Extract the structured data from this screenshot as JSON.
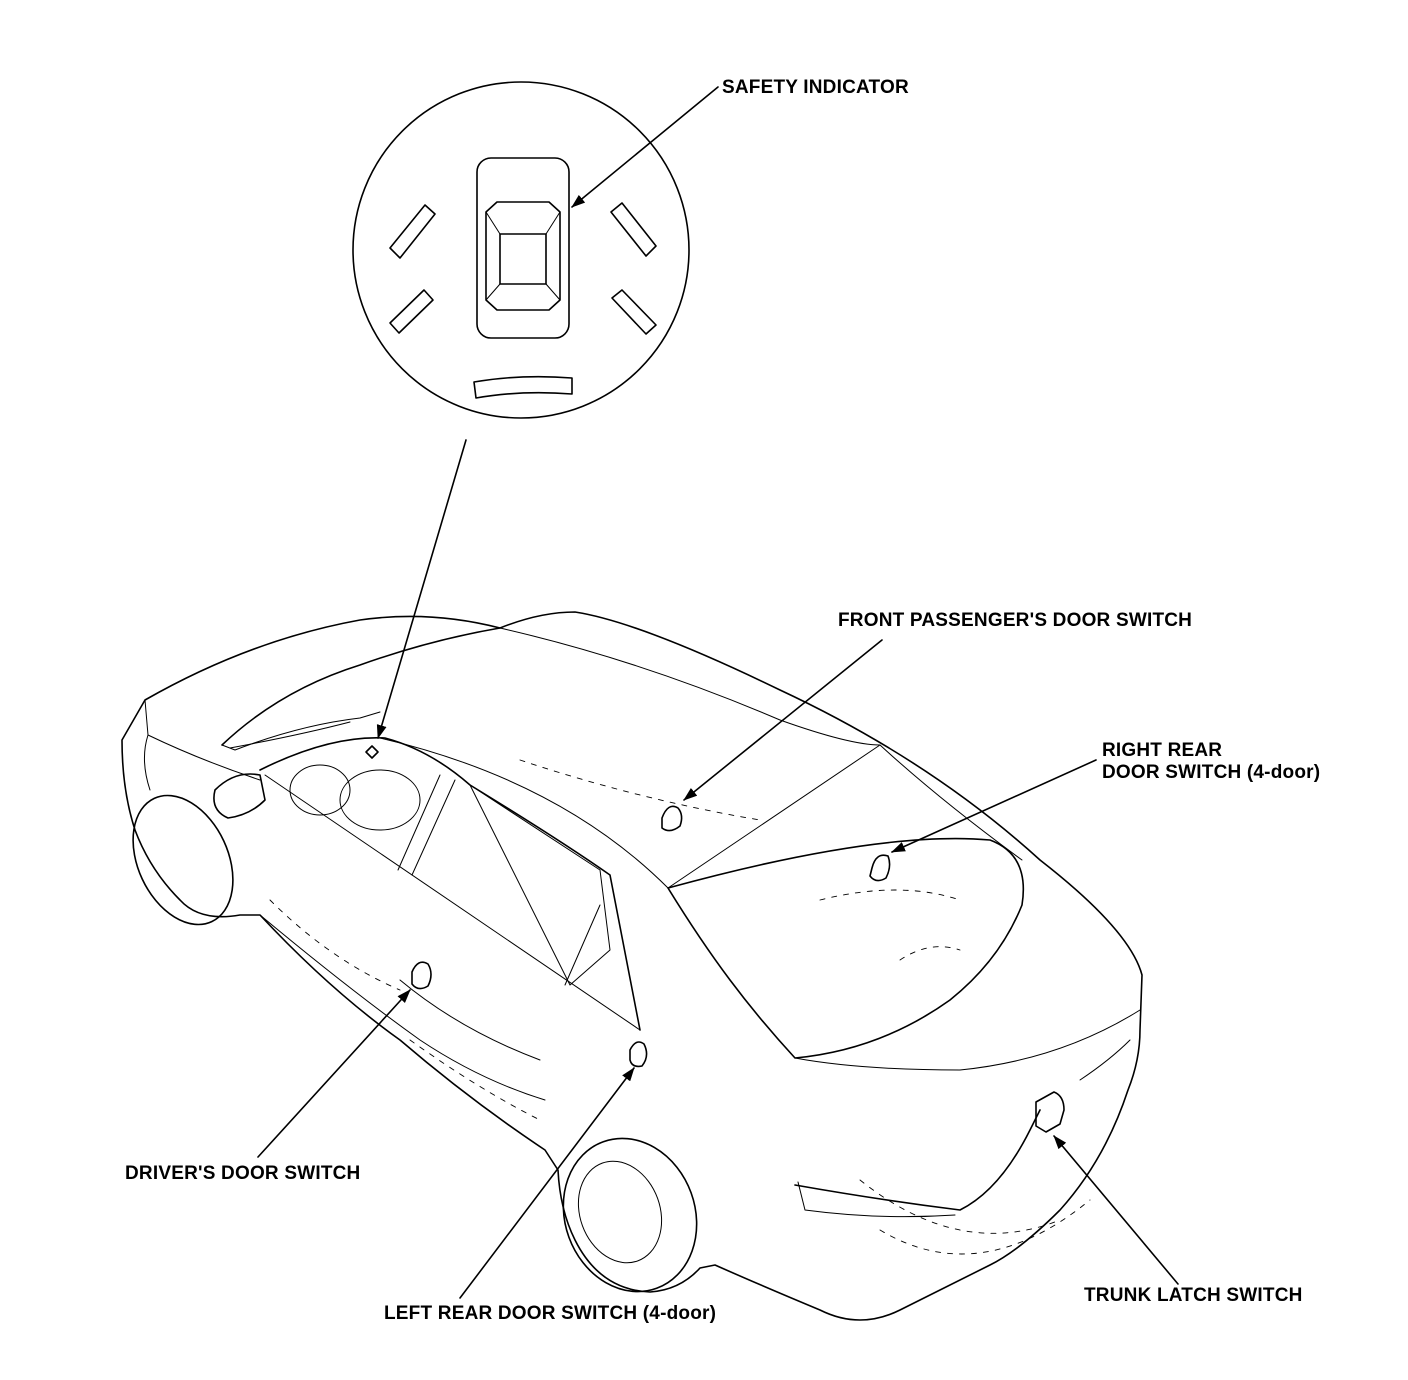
{
  "labels": {
    "safety_indicator": "SAFETY INDICATOR",
    "front_passenger_door_switch": "FRONT PASSENGER'S DOOR SWITCH",
    "right_rear_door_switch_line1": "RIGHT REAR",
    "right_rear_door_switch_line2": "DOOR SWITCH (4-door)",
    "drivers_door_switch": "DRIVER'S DOOR SWITCH",
    "left_rear_door_switch": "LEFT REAR DOOR SWITCH (4-door)",
    "trunk_latch_switch": "TRUNK LATCH SWITCH"
  },
  "colors": {
    "ink": "#000000",
    "paper": "#ffffff"
  }
}
